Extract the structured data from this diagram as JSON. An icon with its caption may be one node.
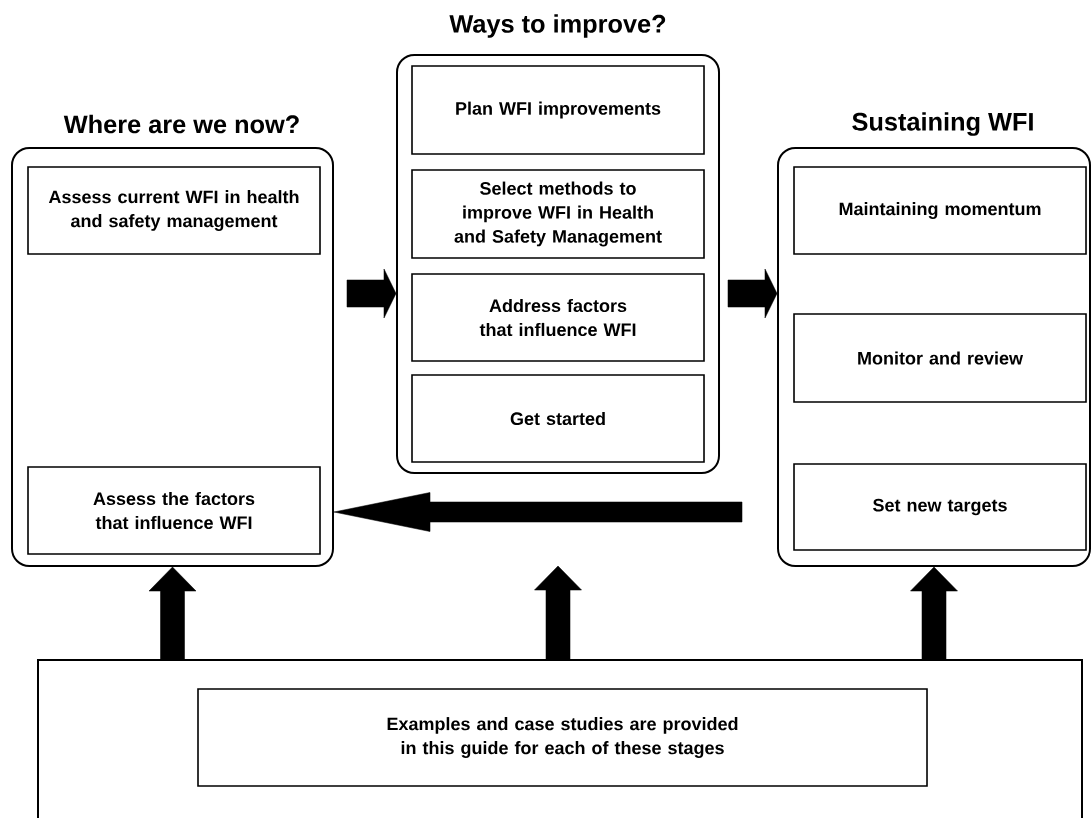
{
  "diagram": {
    "nodes": [
      {
        "text": [
          "Where are we now?"
        ]
      },
      {
        "text": [
          "Assess current WFI in health and safety management"
        ],
        "in": 0
      },
      {
        "text": [
          "Assess the factors that influence WFI"
        ],
        "in": 0
      },
      {
        "text": [
          "Ways to improve?"
        ]
      },
      {
        "text": [
          "Plan WFI improvements"
        ],
        "in": 3
      },
      {
        "text": [
          "Select methods to improve WFI in Health and Safety Management"
        ],
        "in": 3
      },
      {
        "text": [
          "Address factors that influence WFI"
        ],
        "in": 3
      },
      {
        "text": [
          "Get started"
        ],
        "in": 3
      },
      {
        "text": [
          "Sustaining WFI"
        ]
      },
      {
        "text": [
          "Maintaining momentum"
        ],
        "in": 8
      },
      {
        "text": [
          "Monitor and review"
        ],
        "in": 8
      },
      {
        "text": [
          "Set new targets"
        ],
        "in": 8
      },
      {
        "text": [],
        "shape": "box"
      },
      {
        "text": [
          "Examples and case studies are provided in this guide for each of these stages"
        ],
        "in": 12
      }
    ],
    "edges": [
      {
        "from": 0,
        "to": 3,
        "arrow": "to"
      },
      {
        "from": 3,
        "to": 8,
        "arrow": "to"
      },
      {
        "from": 8,
        "to": 0,
        "arrow": "to"
      },
      {
        "from": 12,
        "to": 0,
        "arrow": "to"
      },
      {
        "from": 12,
        "to": null,
        "arrow": "to"
      },
      {
        "from": 12,
        "to": 8,
        "arrow": "to"
      }
    ]
  }
}
